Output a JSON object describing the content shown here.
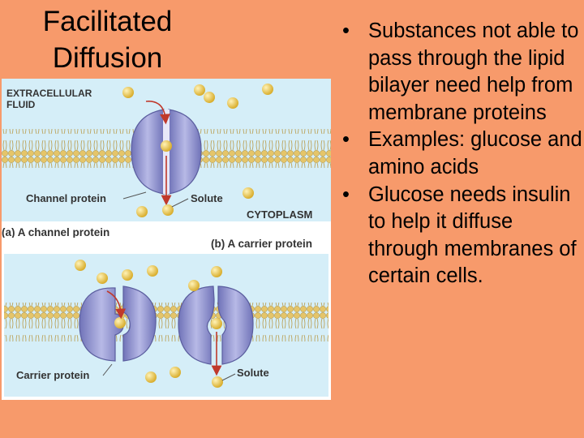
{
  "slide": {
    "title_line1": "Facilitated",
    "title_line2": "Diffusion"
  },
  "figure": {
    "top_panel": {
      "region_top": "EXTRACELLULAR",
      "region_top2": "FLUID",
      "protein_label": "Channel protein",
      "solute_label": "Solute",
      "region_bottom": "CYTOPLASM",
      "caption": "(a) A channel protein"
    },
    "bottom_panel": {
      "caption": "(b) A carrier protein",
      "protein_label": "Carrier protein",
      "solute_label": "Solute"
    },
    "colors": {
      "fluid": "#D5EEF8",
      "lipid_head": "#E5C569",
      "lipid_tail": "#B89A48",
      "protein": "#8F92CC",
      "solute": "#E9C64A",
      "arrow": "#C0392B"
    }
  },
  "bullets": [
    "Substances not able to pass through the lipid bilayer need help from membrane proteins",
    "Examples: glucose and amino acids",
    "Glucose needs insulin to help it diffuse through membranes of certain cells."
  ],
  "bullet_symbol": "•"
}
